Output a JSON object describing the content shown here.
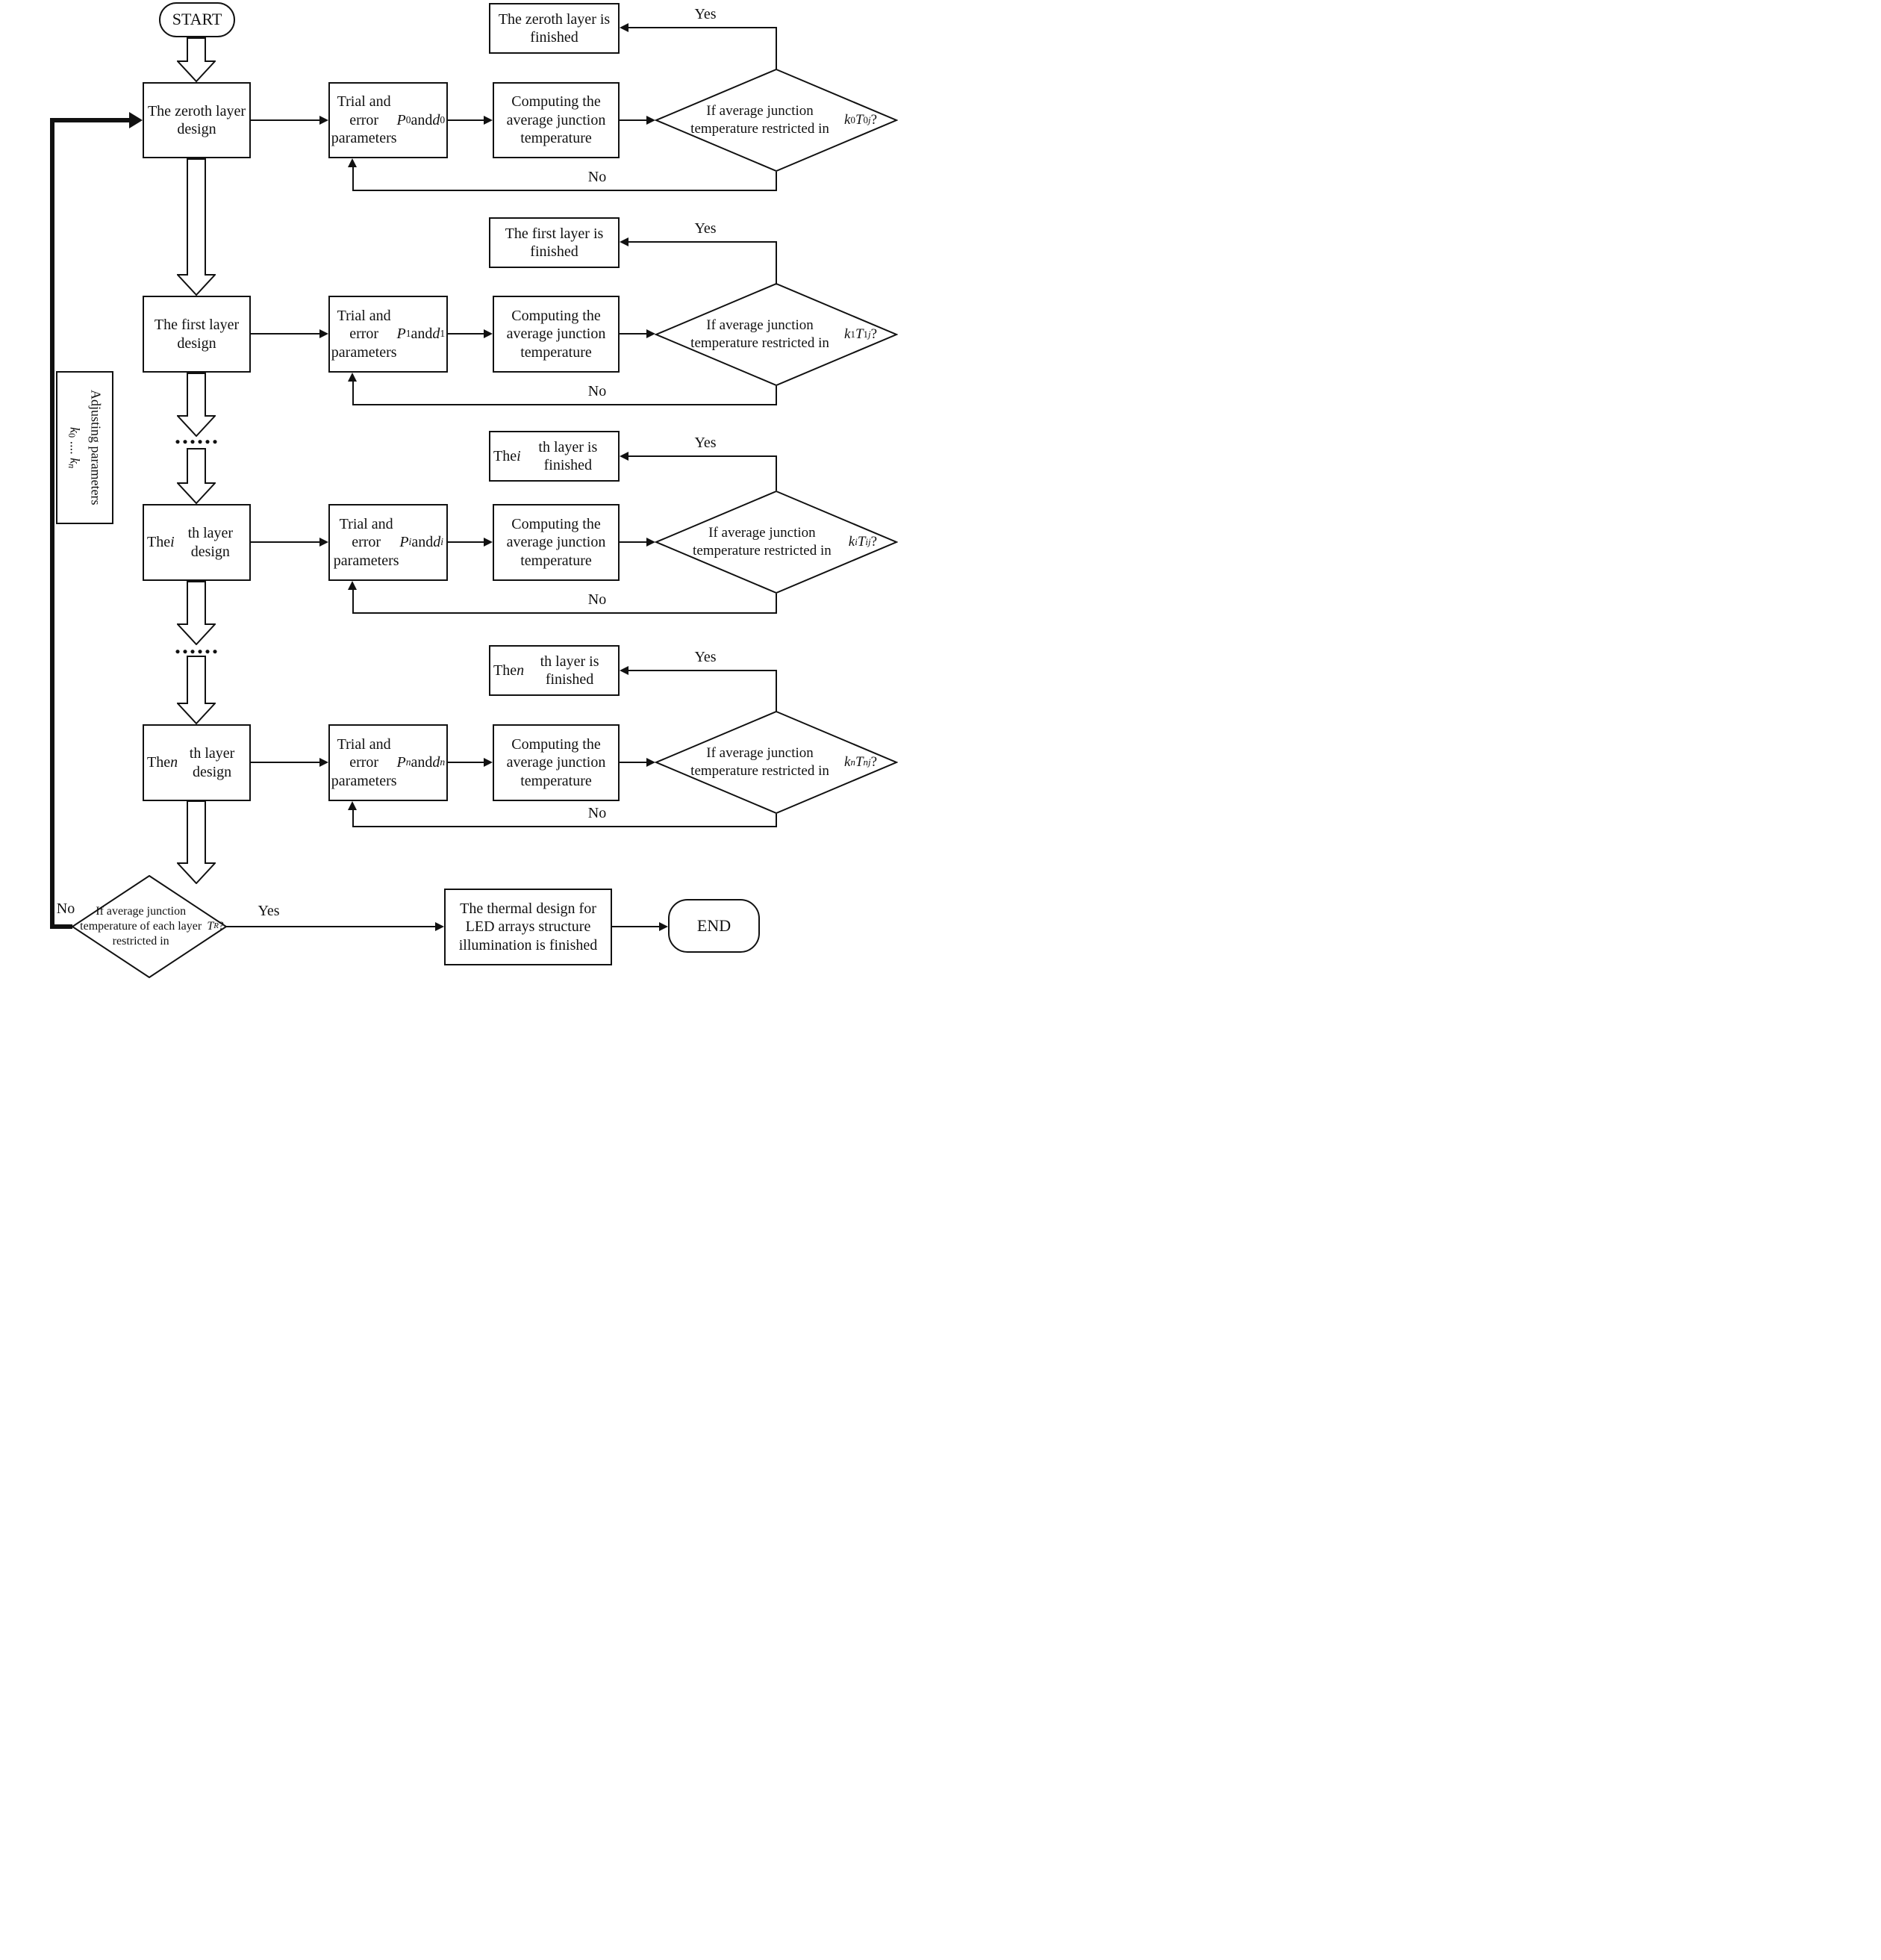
{
  "diagram": {
    "type": "flowchart",
    "colors": {
      "stroke": "#111111",
      "background": "#ffffff"
    },
    "start_label": "START",
    "end_label": "END",
    "dots": "......",
    "rows": [
      {
        "design_html": "The zeroth layer design",
        "trial_html": "Trial and error parameters <i>P</i><sub>0</sub> and <i>d</i><sub>0</sub>",
        "computing": "Computing the average junction temperature",
        "decision_html": "If average junction temperature restricted in <i>k</i><sub>0</sub><i>T</i><sub>0<i>j</i></sub>?",
        "finished_html": "The zeroth layer is finished",
        "yes_label": "Yes",
        "no_label": "No"
      },
      {
        "design_html": "The first layer design",
        "trial_html": "Trial and error parameters <i>P</i><sub>1</sub> and <i>d</i><sub>1</sub>",
        "computing": "Computing the average junction temperature",
        "decision_html": "If average junction temperature restricted in <i>k</i><sub>1</sub><i>T</i><sub>1<i>j</i></sub>?",
        "finished_html": "The first layer is finished",
        "yes_label": "Yes",
        "no_label": "No"
      },
      {
        "design_html": "The <i>i</i>th layer design",
        "trial_html": "Trial and error parameters <i>P</i><sub><i>i</i></sub> and <i>d</i><sub><i>i</i></sub>",
        "computing": "Computing the average junction temperature",
        "decision_html": "If average junction temperature restricted in <i>k</i><sub><i>i</i></sub><i>T</i><sub><i>ij</i></sub>?",
        "finished_html": "The <i>i</i>th layer is finished",
        "yes_label": "Yes",
        "no_label": "No"
      },
      {
        "design_html": "The <i>n</i>th layer design",
        "trial_html": "Trial and error parameters <i>P</i><sub><i>n</i></sub> and <i>d</i><sub><i>n</i></sub>",
        "computing": "Computing the average junction temperature",
        "decision_html": "If average junction temperature restricted in <i>k</i><sub><i>n</i></sub><i>T</i><sub><i>nj</i></sub>?",
        "finished_html": "The <i>n</i>th layer is finished",
        "yes_label": "Yes",
        "no_label": "No"
      }
    ],
    "adjust_html": "Adjusting parameters<br><i>k</i><sub>0</sub> .... <i>k</i><sub><i>n</i></sub>",
    "final": {
      "decision_html": "If average junction temperature of each layer restricted in <i>T</i><sub><i>R</i></sub>?",
      "yes_label": "Yes",
      "no_label": "No",
      "thermal_html": "The thermal design for LED arrays structure illumination is finished"
    }
  }
}
